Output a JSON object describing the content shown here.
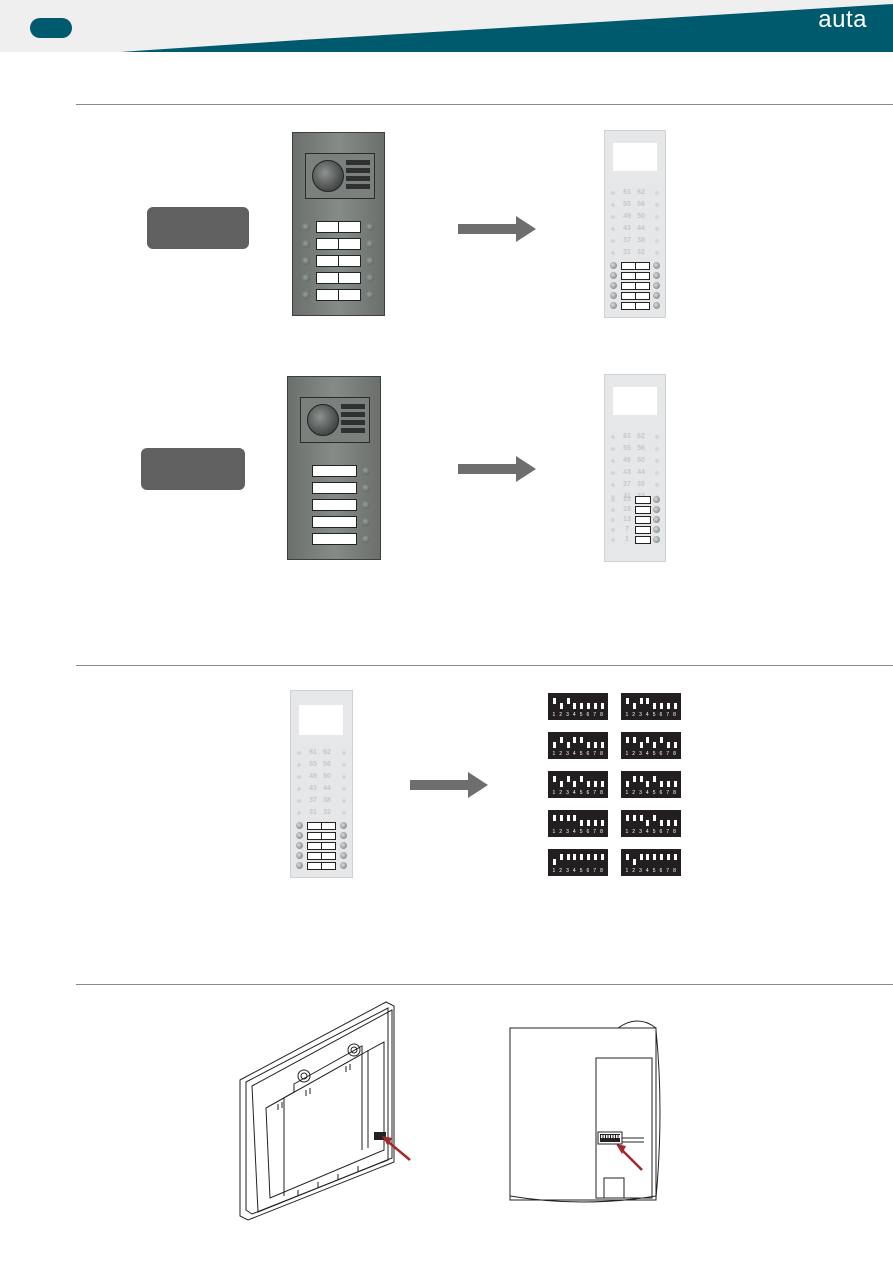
{
  "header": {
    "brand": "auta",
    "brand_color": "#005a6e",
    "band_color": "#efeff0"
  },
  "section1": {
    "row1": {
      "label": "",
      "source_panel": {
        "type": "metallic-module",
        "button_rows": 5,
        "buttons_per_row": 2
      },
      "target_panel": {
        "type": "glass-module",
        "numbers": [
          "61",
          "62",
          "55",
          "56",
          "49",
          "50",
          "43",
          "44",
          "37",
          "38",
          "31",
          "32"
        ],
        "button_rows": 5,
        "buttons_per_row": 2
      }
    },
    "row2": {
      "label": "",
      "source_panel": {
        "type": "metallic-module",
        "button_rows": 5,
        "buttons_per_row": 1
      },
      "target_panel": {
        "type": "glass-module",
        "numbers": [
          "61",
          "62",
          "55",
          "56",
          "49",
          "50",
          "43",
          "44",
          "37",
          "38",
          "31",
          "32",
          "25",
          "19",
          "13",
          "7",
          "1"
        ],
        "button_rows": 5,
        "buttons_per_row": 1
      }
    }
  },
  "section2": {
    "panel": {
      "type": "glass-module",
      "numbers": [
        "61",
        "62",
        "55",
        "56",
        "49",
        "50",
        "43",
        "44",
        "37",
        "38",
        "31",
        "32"
      ],
      "button_rows": 5,
      "buttons_per_row": 2
    },
    "dip_switches": {
      "switch_numbers": [
        "1",
        "2",
        "3",
        "4",
        "5",
        "6",
        "7",
        "8"
      ],
      "settings": [
        [
          [
            1,
            0,
            1,
            0,
            0,
            0,
            0,
            0
          ],
          [
            1,
            0,
            1,
            1,
            0,
            0,
            0,
            0
          ]
        ],
        [
          [
            0,
            1,
            0,
            1,
            1,
            0,
            0,
            0
          ],
          [
            1,
            1,
            0,
            1,
            0,
            1,
            0,
            0
          ]
        ],
        [
          [
            1,
            0,
            1,
            0,
            1,
            0,
            0,
            0
          ],
          [
            0,
            1,
            1,
            0,
            1,
            0,
            0,
            0
          ]
        ],
        [
          [
            1,
            1,
            1,
            1,
            0,
            0,
            0,
            0
          ],
          [
            1,
            1,
            1,
            0,
            1,
            0,
            0,
            0
          ]
        ],
        [
          [
            0,
            1,
            1,
            1,
            1,
            1,
            1,
            1
          ],
          [
            1,
            0,
            1,
            1,
            1,
            1,
            1,
            1
          ]
        ]
      ]
    }
  },
  "section3": {
    "left_device": "module-side-view",
    "right_device": "module-rear-view",
    "arrow_color": "#a3282b"
  }
}
